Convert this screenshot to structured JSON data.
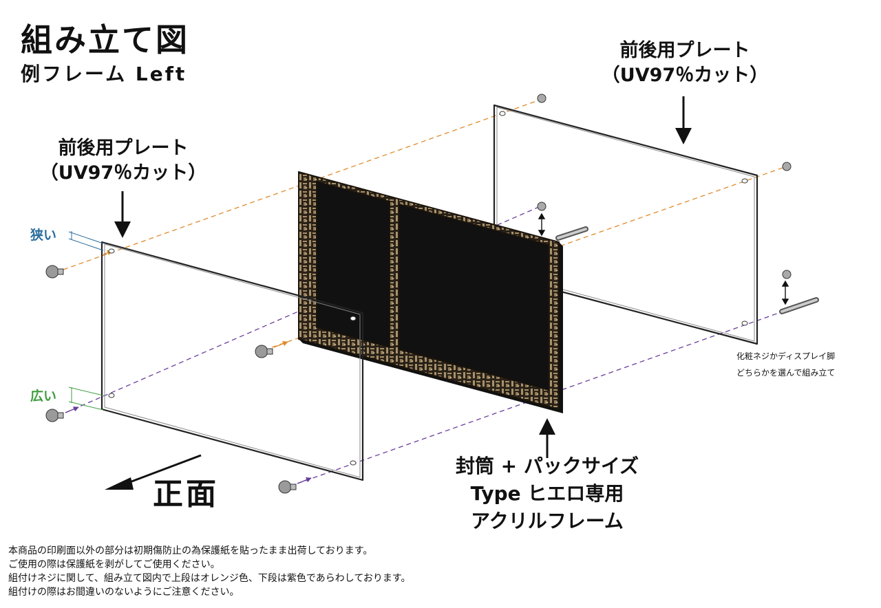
{
  "title": "組み立て図",
  "subtitle": "例フレーム Left",
  "plate_label_right": {
    "line1": "前後用プレート",
    "line2": "（UV97％カット）"
  },
  "plate_label_left": {
    "line1": "前後用プレート",
    "line2": "（UV97％カット）"
  },
  "gap_narrow": "狭い",
  "gap_wide": "広い",
  "front_label": "正面",
  "frame_label": {
    "line1": "封筒 + パックサイズ",
    "line2": "Type ヒエロ専用",
    "line3": "アクリルフレーム"
  },
  "option_note": {
    "line1": "化粧ネジかディスプレイ脚",
    "line2": "どちらかを選んで組み立て"
  },
  "footer_notes": [
    "本商品の印刷面以外の部分は初期傷防止の為保護紙を貼ったまま出荷しております。",
    "ご使用の際は保護紙を剥がしてご使用ください。",
    "組付けネジに関して、組み立て図内で上段はオレンジ色、下段は紫色であらわしております。",
    "組付けの際はお間違いのないようにご注意ください。"
  ],
  "colors": {
    "upper_line": "#e08a2a",
    "lower_line": "#6a3d9a",
    "narrow": "#2c6e9e",
    "wide": "#3f9d3f",
    "frame": "#2a2218",
    "frame_pattern": "#a8916b"
  },
  "icons": [
    "arrow-down-icon",
    "arrow-up-icon",
    "front-arrow-icon",
    "screw-icon",
    "stand-leg-icon",
    "double-arrow-icon"
  ]
}
